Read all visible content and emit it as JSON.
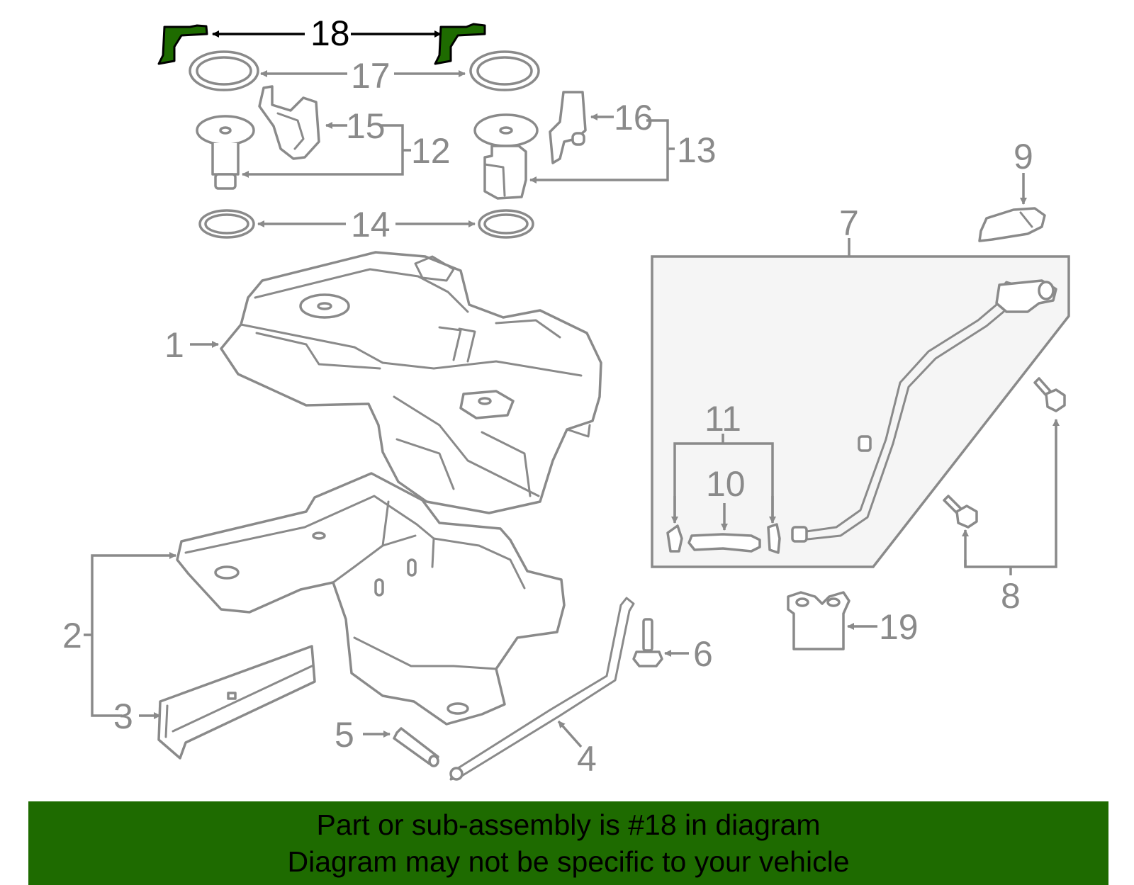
{
  "highlighted_part": "18",
  "colors": {
    "highlight": "#1e6b00",
    "line": "#8a8a8a",
    "label_highlight": "#000000",
    "background": "#ffffff"
  },
  "callouts": {
    "c1": "1",
    "c2": "2",
    "c3": "3",
    "c4": "4",
    "c5": "5",
    "c6": "6",
    "c7": "7",
    "c8": "8",
    "c9": "9",
    "c10": "10",
    "c11": "11",
    "c12": "12",
    "c13": "13",
    "c14": "14",
    "c15": "15",
    "c16": "16",
    "c17": "17",
    "c18": "18",
    "c19": "19"
  },
  "banner": {
    "line1": "Part or sub-assembly is #18 in diagram",
    "line2": "Diagram may not be specific to your vehicle"
  }
}
